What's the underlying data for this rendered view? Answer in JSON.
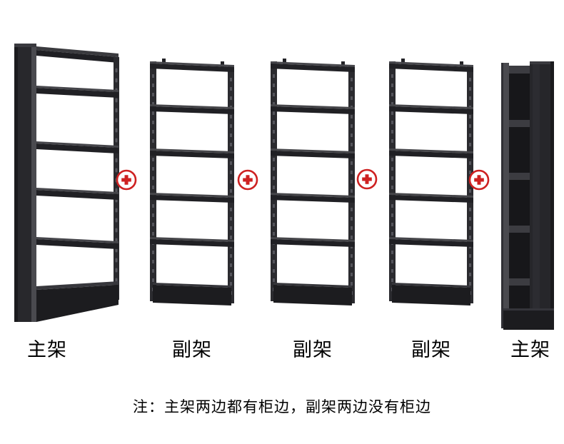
{
  "units": [
    {
      "id": "main-left",
      "label": "主架"
    },
    {
      "id": "sub-1",
      "label": "副架"
    },
    {
      "id": "sub-2",
      "label": "副架"
    },
    {
      "id": "sub-3",
      "label": "副架"
    },
    {
      "id": "main-right",
      "label": "主架"
    }
  ],
  "plus": {
    "symbol": "+"
  },
  "note": "注：主架两边都有柜边，副架两边没有柜边",
  "colors": {
    "plus_red": "#ce2121",
    "shelf_dark": "#232327",
    "shelf_edge_highlight": "#4a4a4f",
    "text": "#000000",
    "background": "#ffffff"
  }
}
